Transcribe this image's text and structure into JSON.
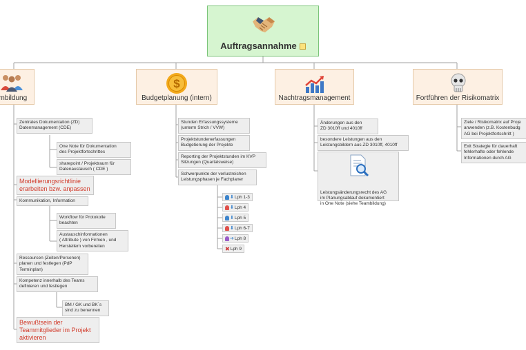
{
  "root": {
    "title": "Auftragsannahme"
  },
  "branches": {
    "team": {
      "label": "ambildung"
    },
    "budget": {
      "label": "Budgetplanung (intern)"
    },
    "nachtrag": {
      "label": "Nachtragsmanagement"
    },
    "risiko": {
      "label": "Fortführen der Risikomatrix"
    }
  },
  "team_items": {
    "zd": "Zentrales Dokumentation (ZD)\nDatenmanagement (CDE)",
    "onenote": "One Note für Dokumentation\ndes Projektfortschrittes",
    "sharepoint": "sharepoint / Projektraum für\nDatenaustausch ( CDE )",
    "modell": "Modellierungsrichtlinie\nerarbeiten bzw. anpassen",
    "kommunikation": "Kommunikation, Information",
    "workflow": "Workflow für Protokolle\nbeachten",
    "austausch": "Austauschinformationen\n( Attribute ) von Firmen , und\nHerstellern vorbereiten",
    "ressourcen": "Ressourcen (Zeiten/Personen)\nplanen und festlegen (PdP\nTerminplan)",
    "kompetenz": "Kompetenz innerhalb des Teams\ndefinieren und festlegen",
    "bm": "BM / GK und BK´s\nsind zu benennen",
    "bewusstsein": "Bewußtsein der\nTeammitglieder im Projekt\naktivieren"
  },
  "budget_items": {
    "stunden": "Stunden Erfassungssysteme\n(unterm Strich / VVW)",
    "projektstunden": "Projektstundenerfassungen\nBudgetierung der Projekte",
    "reporting": "Reporting der Projektstunden im KVP\nSitzungen (Quartalsweise)",
    "schwerpunkte": "Schwerpunkte der verlustreichen\nLeistungsphasen je Fachplaner",
    "lph": [
      {
        "label": "Lph 1-3",
        "person": "#3c84cc",
        "kind": "down"
      },
      {
        "label": "Lph 4",
        "person": "#e0504a",
        "kind": "down"
      },
      {
        "label": "Lph 5",
        "person": "#3c84cc",
        "kind": "down"
      },
      {
        "label": "Lph 6-7",
        "person": "#e0504a",
        "kind": "down"
      },
      {
        "label": "Lph 8",
        "person": "#9a5cc8",
        "kind": "right"
      },
      {
        "label": "Lph 9",
        "person": "",
        "kind": "stop"
      }
    ]
  },
  "nachtrag_items": {
    "aenderungen": "Änderungen aus den\nZD 3010ff und 4010ff",
    "besondere": "besondere Leistungen aus den\nLeistungsbildern aus ZD 3010ff, 4010ff",
    "leistungsaenderung": "Leistungsänderungsrecht des AG\nim Planungsablauf dokumentiert\nin One Note (siehe Teambildung)"
  },
  "risiko_items": {
    "ziele": "Ziele / Risikomatrix auf Proje\nanwenden (z.B. Kostenbudg\nAG bei Projektfortschritt )",
    "exit": "Exit Strategie für dauerhaft\nfehlerhafte oder fehlende\nInformationen durch AG"
  },
  "icons": {
    "root": "handshake-icon",
    "team": "team-people-icon",
    "budget": "dollar-coin-icon",
    "nachtrag": "rising-chart-icon",
    "risiko": "skull-icon",
    "document": "document-search-icon"
  },
  "colors": {
    "root_fill": "#d6f5d0",
    "branch_fill": "#fdf0e3",
    "leaf_fill": "#eeeeee",
    "highlight_text": "#d23c2c",
    "connector": "#999999"
  }
}
